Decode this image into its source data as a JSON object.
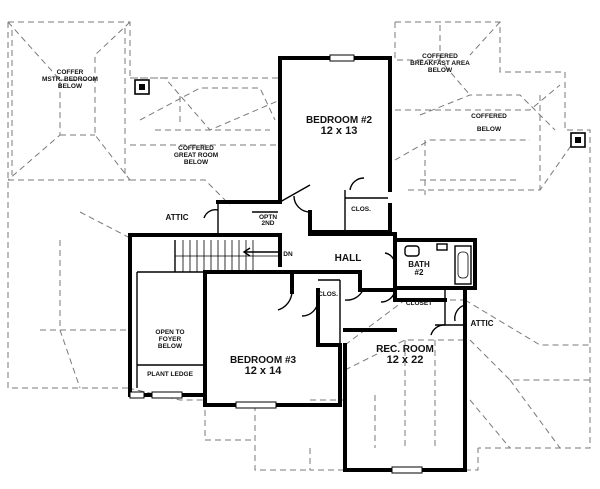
{
  "labels": {
    "coffer_master_1": "COFFER",
    "coffer_master_2": "MSTR. BEDROOM",
    "coffer_master_3": "BELOW",
    "coffered_breakfast_1": "COFFERED",
    "coffered_breakfast_2": "BREAKFAST AREA",
    "coffered_breakfast_3": "BELOW",
    "coffered_right_1": "COFFERED",
    "coffered_right_2": "BELOW",
    "coffered_great_1": "COFFERED",
    "coffered_great_2": "GREAT ROOM",
    "coffered_great_3": "BELOW",
    "bedroom2_name": "BEDROOM #2",
    "bedroom2_size": "12 x 13",
    "clos_top": "CLOS.",
    "attic_left": "ATTIC",
    "attic_right": "ATTIC",
    "hall": "HALL",
    "down": "DN",
    "bath_1": "BATH",
    "bath_2": "#2",
    "closet": "CLOSET",
    "clos_mid": "CLOS.",
    "open_foyer_1": "OPEN TO",
    "open_foyer_2": "FOYER",
    "open_foyer_3": "BELOW",
    "plant_ledge": "PLANT LEDGE",
    "bedroom3_name": "BEDROOM #3",
    "bedroom3_size": "12 x 14",
    "rec_name": "REC. ROOM",
    "rec_size": "12 x 22",
    "small_note_1": "OPTN",
    "small_note_2": "2ND"
  },
  "colors": {
    "wall": "#000000",
    "roof_dash": "#7a7a7a",
    "background": "#ffffff"
  }
}
